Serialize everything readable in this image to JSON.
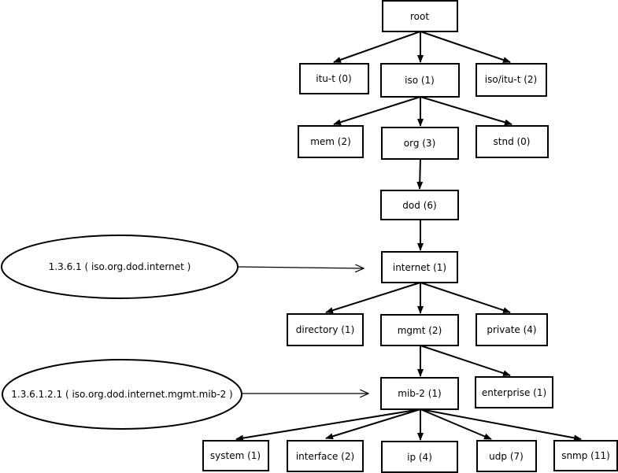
{
  "nodes": {
    "root": "root",
    "itu_t": "itu-t (0)",
    "iso": "iso (1)",
    "iso_itu_t": "iso/itu-t (2)",
    "mem": "mem (2)",
    "org": "org (3)",
    "stnd": "stnd (0)",
    "dod": "dod (6)",
    "internet": "internet (1)",
    "directory": "directory (1)",
    "mgmt": "mgmt (2)",
    "private": "private (4)",
    "mib2": "mib-2 (1)",
    "enterprise": "enterprise (1)",
    "system": "system (1)",
    "interface": "interface (2)",
    "ip": "ip (4)",
    "udp": "udp (7)",
    "snmp": "snmp (11)"
  },
  "callouts": {
    "internet_oid": "1.3.6.1 ( iso.org.dod.internet )",
    "mib2_oid": "1.3.6.1.2.1 ( iso.org.dod.internet.mgmt.mib-2 )"
  }
}
